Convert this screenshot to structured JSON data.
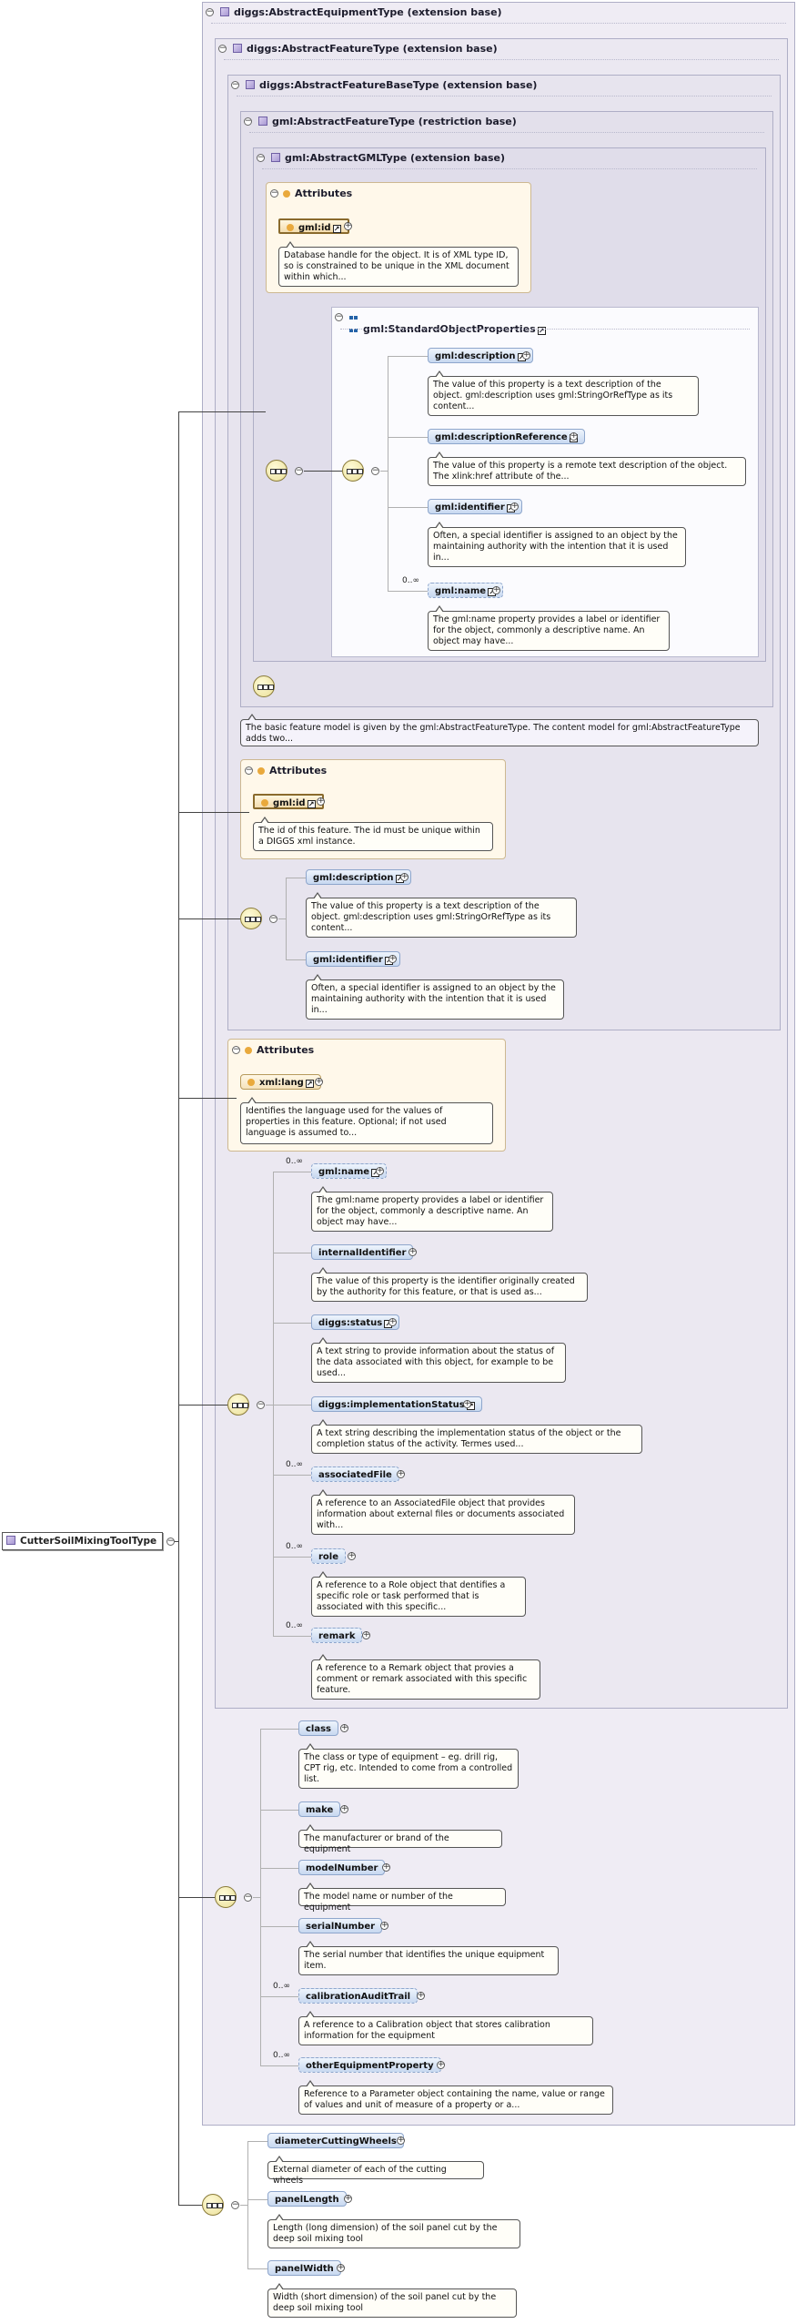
{
  "root": {
    "label": "CutterSoilMixingToolType"
  },
  "bases": {
    "equipment": "diggs:AbstractEquipmentType (extension base)",
    "feature": "diggs:AbstractFeatureType (extension base)",
    "featureBase": "diggs:AbstractFeatureBaseType (extension base)",
    "gmlFeature": "gml:AbstractFeatureType (restriction base)",
    "gmlType": "gml:AbstractGMLType (extension base)"
  },
  "groups": {
    "standard": "gml:StandardObjectProperties"
  },
  "attributes_label": "Attributes",
  "gml_type": {
    "attr": {
      "name": "gml:id",
      "doc": "Database handle for the object. It is of XML type ID, so is constrained to be unique in the XML document within which..."
    },
    "elements": [
      {
        "name": "gml:description",
        "doc": "The value of this property is a text description of the object. gml:description uses gml:StringOrRefType as its content..."
      },
      {
        "name": "gml:descriptionReference",
        "doc": "The value of this property is a remote text description of the object. The xlink:href attribute of the..."
      },
      {
        "name": "gml:identifier",
        "doc": "Often, a special identifier is assigned to an object by the maintaining authority with the intention that it is used in..."
      },
      {
        "name": "gml:name",
        "mult": "0..∞",
        "doc": "The gml:name property provides a label or identifier for the object, commonly a descriptive name. An object may have..."
      }
    ]
  },
  "gml_feature_doc": "The basic feature model is given by the gml:AbstractFeatureType. The content model for gml:AbstractFeatureType adds two...",
  "feature_base": {
    "attr": {
      "name": "gml:id",
      "doc": "The id of this feature. The id must be unique within a DIGGS xml instance."
    },
    "elements": [
      {
        "name": "gml:description",
        "doc": "The value of this property is a text description of the object. gml:description uses gml:StringOrRefType as its content..."
      },
      {
        "name": "gml:identifier",
        "doc": "Often, a special identifier is assigned to an object by the maintaining authority with the intention that it is used in..."
      }
    ]
  },
  "feature": {
    "attr": {
      "name": "xml:lang",
      "doc": "Identifies the language used for the values of properties in this feature. Optional; if not used language is assumed to..."
    },
    "elements": [
      {
        "name": "gml:name",
        "mult": "0..∞",
        "doc": "The gml:name property provides a label or identifier for the object, commonly a descriptive name. An object may have..."
      },
      {
        "name": "internalIdentifier",
        "doc": "The value of this property is the identifier originally created by the authority for this feature, or that is used as..."
      },
      {
        "name": "diggs:status",
        "doc": "A text string to provide information about the status of the data associated with this object, for example to be used..."
      },
      {
        "name": "diggs:implementationStatus",
        "doc": "A text string describing the implementation status of the object or the completion status of the activity. Termes used..."
      },
      {
        "name": "associatedFile",
        "mult": "0..∞",
        "doc": "A reference to an AssociatedFile object that provides information about external files or documents associated with..."
      },
      {
        "name": "role",
        "mult": "0..∞",
        "doc": "A reference to a Role object that dentifies a specific role or task performed that is associated with this specific..."
      },
      {
        "name": "remark",
        "mult": "0..∞",
        "doc": "A reference to a Remark object that provies a comment or remark associated with this specific feature."
      }
    ]
  },
  "equipment": {
    "elements": [
      {
        "name": "class",
        "doc": "The class or type of equipment – eg. drill rig, CPT rig, etc. Intended to come from a controlled list."
      },
      {
        "name": "make",
        "doc": "The manufacturer or brand of the equipment"
      },
      {
        "name": "modelNumber",
        "doc": "The model name or number of the equipment"
      },
      {
        "name": "serialNumber",
        "doc": "The serial number that identifies the unique equipment item."
      },
      {
        "name": "calibrationAuditTrail",
        "mult": "0..∞",
        "doc": "A reference to a Calibration object that stores calibration information for the equipment"
      },
      {
        "name": "otherEquipmentProperty",
        "mult": "0..∞",
        "doc": "Reference to a Parameter object containing the name, value or range of values and unit of measure of a property or a..."
      }
    ]
  },
  "cutter": {
    "elements": [
      {
        "name": "diameterCuttingWheels",
        "doc": "External diameter of each of the cutting wheels"
      },
      {
        "name": "panelLength",
        "doc": "Length (long dimension) of the soil panel cut by the deep soil mixing tool"
      },
      {
        "name": "panelWidth",
        "doc": "Width (short dimension) of the soil panel cut by the deep soil mixing tool"
      }
    ]
  }
}
